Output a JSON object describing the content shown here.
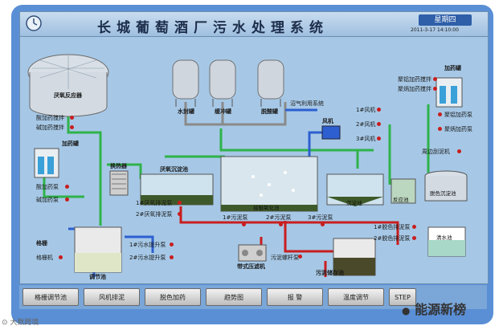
{
  "header": {
    "title": "长城葡萄酒厂污水处理系统",
    "weekday": "星期四",
    "datetime": "2011-3-17 14:10:00"
  },
  "units": {
    "anaerobic_reactor": "厌氧反应器",
    "water_seal_tank": "水封罐",
    "buffer_tank": "缓冲罐",
    "desulfur_tank": "脱酸罐",
    "biogas_system": "沼气利用系统",
    "dosing_tank_left": "加药罐",
    "dosing_tank_right": "加药罐",
    "heat_exchanger": "换热器",
    "anaerobic_settler": "厌氧沉淀池",
    "aeration_tank": "接触氧化池",
    "settling_tank": "沉淀池",
    "reaction_tank": "反应池",
    "decolor_settler": "脱色沉淀池",
    "clear_water_tank": "清水池",
    "equalization_tank": "调节池",
    "grille_pool": "格栅",
    "belt_press": "带式压滤机",
    "sludge_storage": "污泥储存池",
    "blower": "风机"
  },
  "status_labels": {
    "left": [
      "酸加药搅拌",
      "碱加药搅拌",
      "酸加药泵",
      "碱加药泵"
    ],
    "right": [
      "聚铝加药搅拌",
      "聚炳加药搅拌",
      "聚铝加药泵",
      "聚炳加药泵",
      "周边刮泥机"
    ],
    "blowers": [
      "1#风机",
      "2#风机",
      "3#风机"
    ],
    "grille": "格栅机",
    "lift_pumps": [
      "1#污水提升泵",
      "2#污水提升泵"
    ],
    "anaerobic_sludge": [
      "1#厌氧排泥泵",
      "2#厌氧排泥泵"
    ],
    "sludge_pumps": [
      "1#污泥泵",
      "2#污泥泵",
      "3#污泥泵"
    ],
    "decolor_sludge": [
      "1#脱色排泥泵",
      "2#脱色排泥泵"
    ],
    "screw_pump": "污泥螺杆泵"
  },
  "nav": {
    "buttons": [
      "格栅调节池",
      "风机排泥",
      "脱色加药",
      "趋势图",
      "报 警",
      "温度调节",
      "STEP"
    ]
  },
  "watermark": {
    "left": "大数跨境",
    "right": "能源新榜"
  }
}
